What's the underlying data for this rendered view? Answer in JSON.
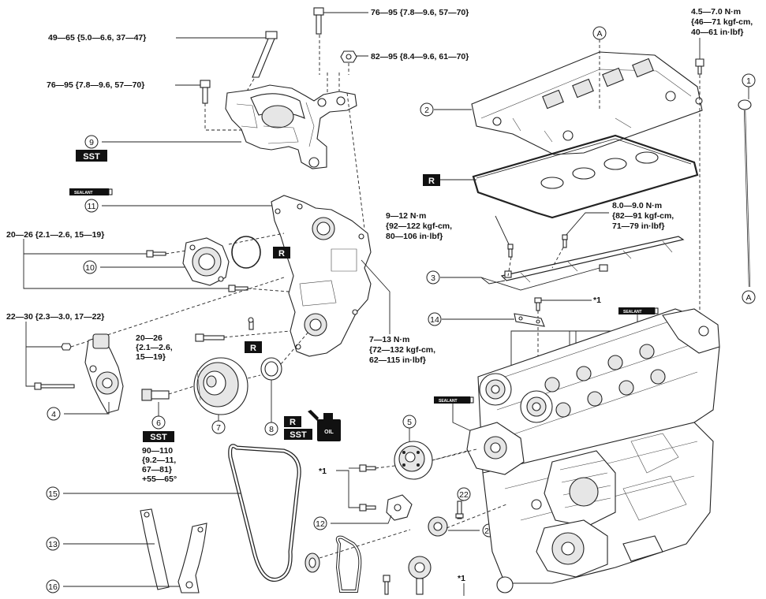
{
  "callouts": {
    "c1": "1",
    "c2": "2",
    "c3": "3",
    "c4": "4",
    "c5": "5",
    "c6": "6",
    "c7": "7",
    "c8": "8",
    "c9": "9",
    "c10": "10",
    "c11": "11",
    "c12": "12",
    "c13": "13",
    "c14": "14",
    "c15": "15",
    "c16": "16",
    "c21": "21",
    "c22": "22",
    "ref_a_top": "A",
    "ref_a_bottom": "A"
  },
  "markers": {
    "sst": "SST",
    "reuse": "R",
    "sealant": "SEALANT",
    "oil": "OIL",
    "star1": "*1"
  },
  "torque": {
    "t_76_95_top": "76—95 {7.8—9.6, 57—70}",
    "t_49_65": "49—65 {5.0—6.6, 37—47}",
    "t_82_95": "82—95 {8.4—9.6, 61—70}",
    "t_76_95_left": "76—95 {7.8—9.6, 57—70}",
    "t_45_70": [
      "4.5—7.0 N·m",
      "{46—71 kgf-cm,",
      "40—61 in·lbf}"
    ],
    "t_20_26_a": "20—26 {2.1—2.6, 15—19}",
    "t_9_12": [
      "9—12 N·m",
      "{92—122 kgf-cm,",
      "80—106 in·lbf}"
    ],
    "t_80_90": [
      "8.0—9.0 N·m",
      "{82—91 kgf-cm,",
      "71—79 in·lbf}"
    ],
    "t_22_30": "22—30 {2.3—3.0, 17—22}",
    "t_20_26_b": [
      "20—26",
      "{2.1—2.6,",
      "15—19}"
    ],
    "t_7_13": [
      "7—13 N·m",
      "{72—132 kgf-cm,",
      "62—115 in·lbf}"
    ],
    "t_90_110": [
      "90—110",
      "{9.2—11,",
      "67—81}",
      "+55—65°"
    ]
  }
}
